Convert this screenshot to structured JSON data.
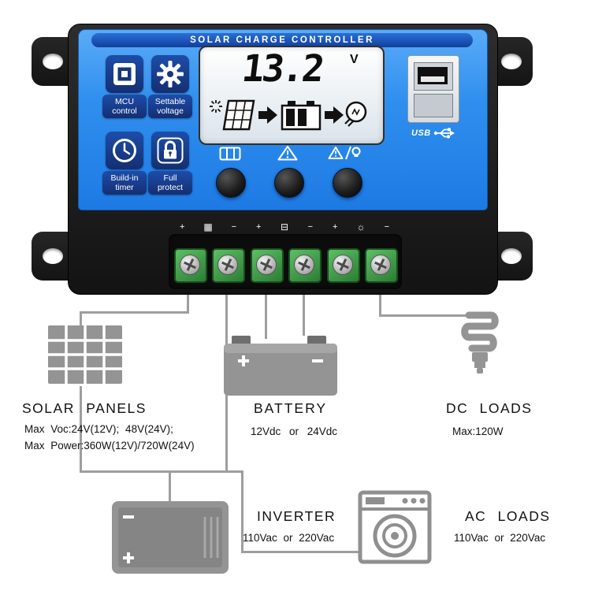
{
  "controller": {
    "title": "SOLAR CHARGE CONTROLLER",
    "display": {
      "voltage": "13.2",
      "unit": "V"
    },
    "features": {
      "mcu": {
        "line1": "MCU",
        "line2": "control"
      },
      "voltage": {
        "line1": "Settable",
        "line2": "voltage"
      },
      "timer": {
        "line1": "Build-in",
        "line2": "timer"
      },
      "protect": {
        "line1": "Full",
        "line2": "protect"
      }
    },
    "usb_label": "USB",
    "terminals": {
      "solar": {
        "plus": "+",
        "symbol": "▦",
        "minus": "−"
      },
      "battery": {
        "plus": "+",
        "symbol": "⊟",
        "minus": "−"
      },
      "load": {
        "plus": "+",
        "symbol": "☼",
        "minus": "−"
      }
    }
  },
  "connections": {
    "solar": {
      "title": "SOLAR PANELS",
      "line1": "Max Voc:24V(12V); 48V(24V);",
      "line2": "Max Power:360W(12V)/720W(24V)"
    },
    "battery": {
      "title": "BATTERY",
      "line1": "12Vdc or 24Vdc"
    },
    "dc_loads": {
      "title": "DC LOADS",
      "line1": "Max:120W"
    },
    "inverter": {
      "title": "INVERTER",
      "line1": "110Vac or 220Vac"
    },
    "ac_loads": {
      "title": "AC LOADS",
      "line1": "110Vac or 220Vac"
    }
  },
  "colors": {
    "face_blue": "#2f8fee",
    "navy": "#15357f",
    "body_black": "#1b1b1b",
    "icon_gray": "#949494",
    "terminal_green": "#3f9f46",
    "wire_gray": "#9e9e9e"
  }
}
